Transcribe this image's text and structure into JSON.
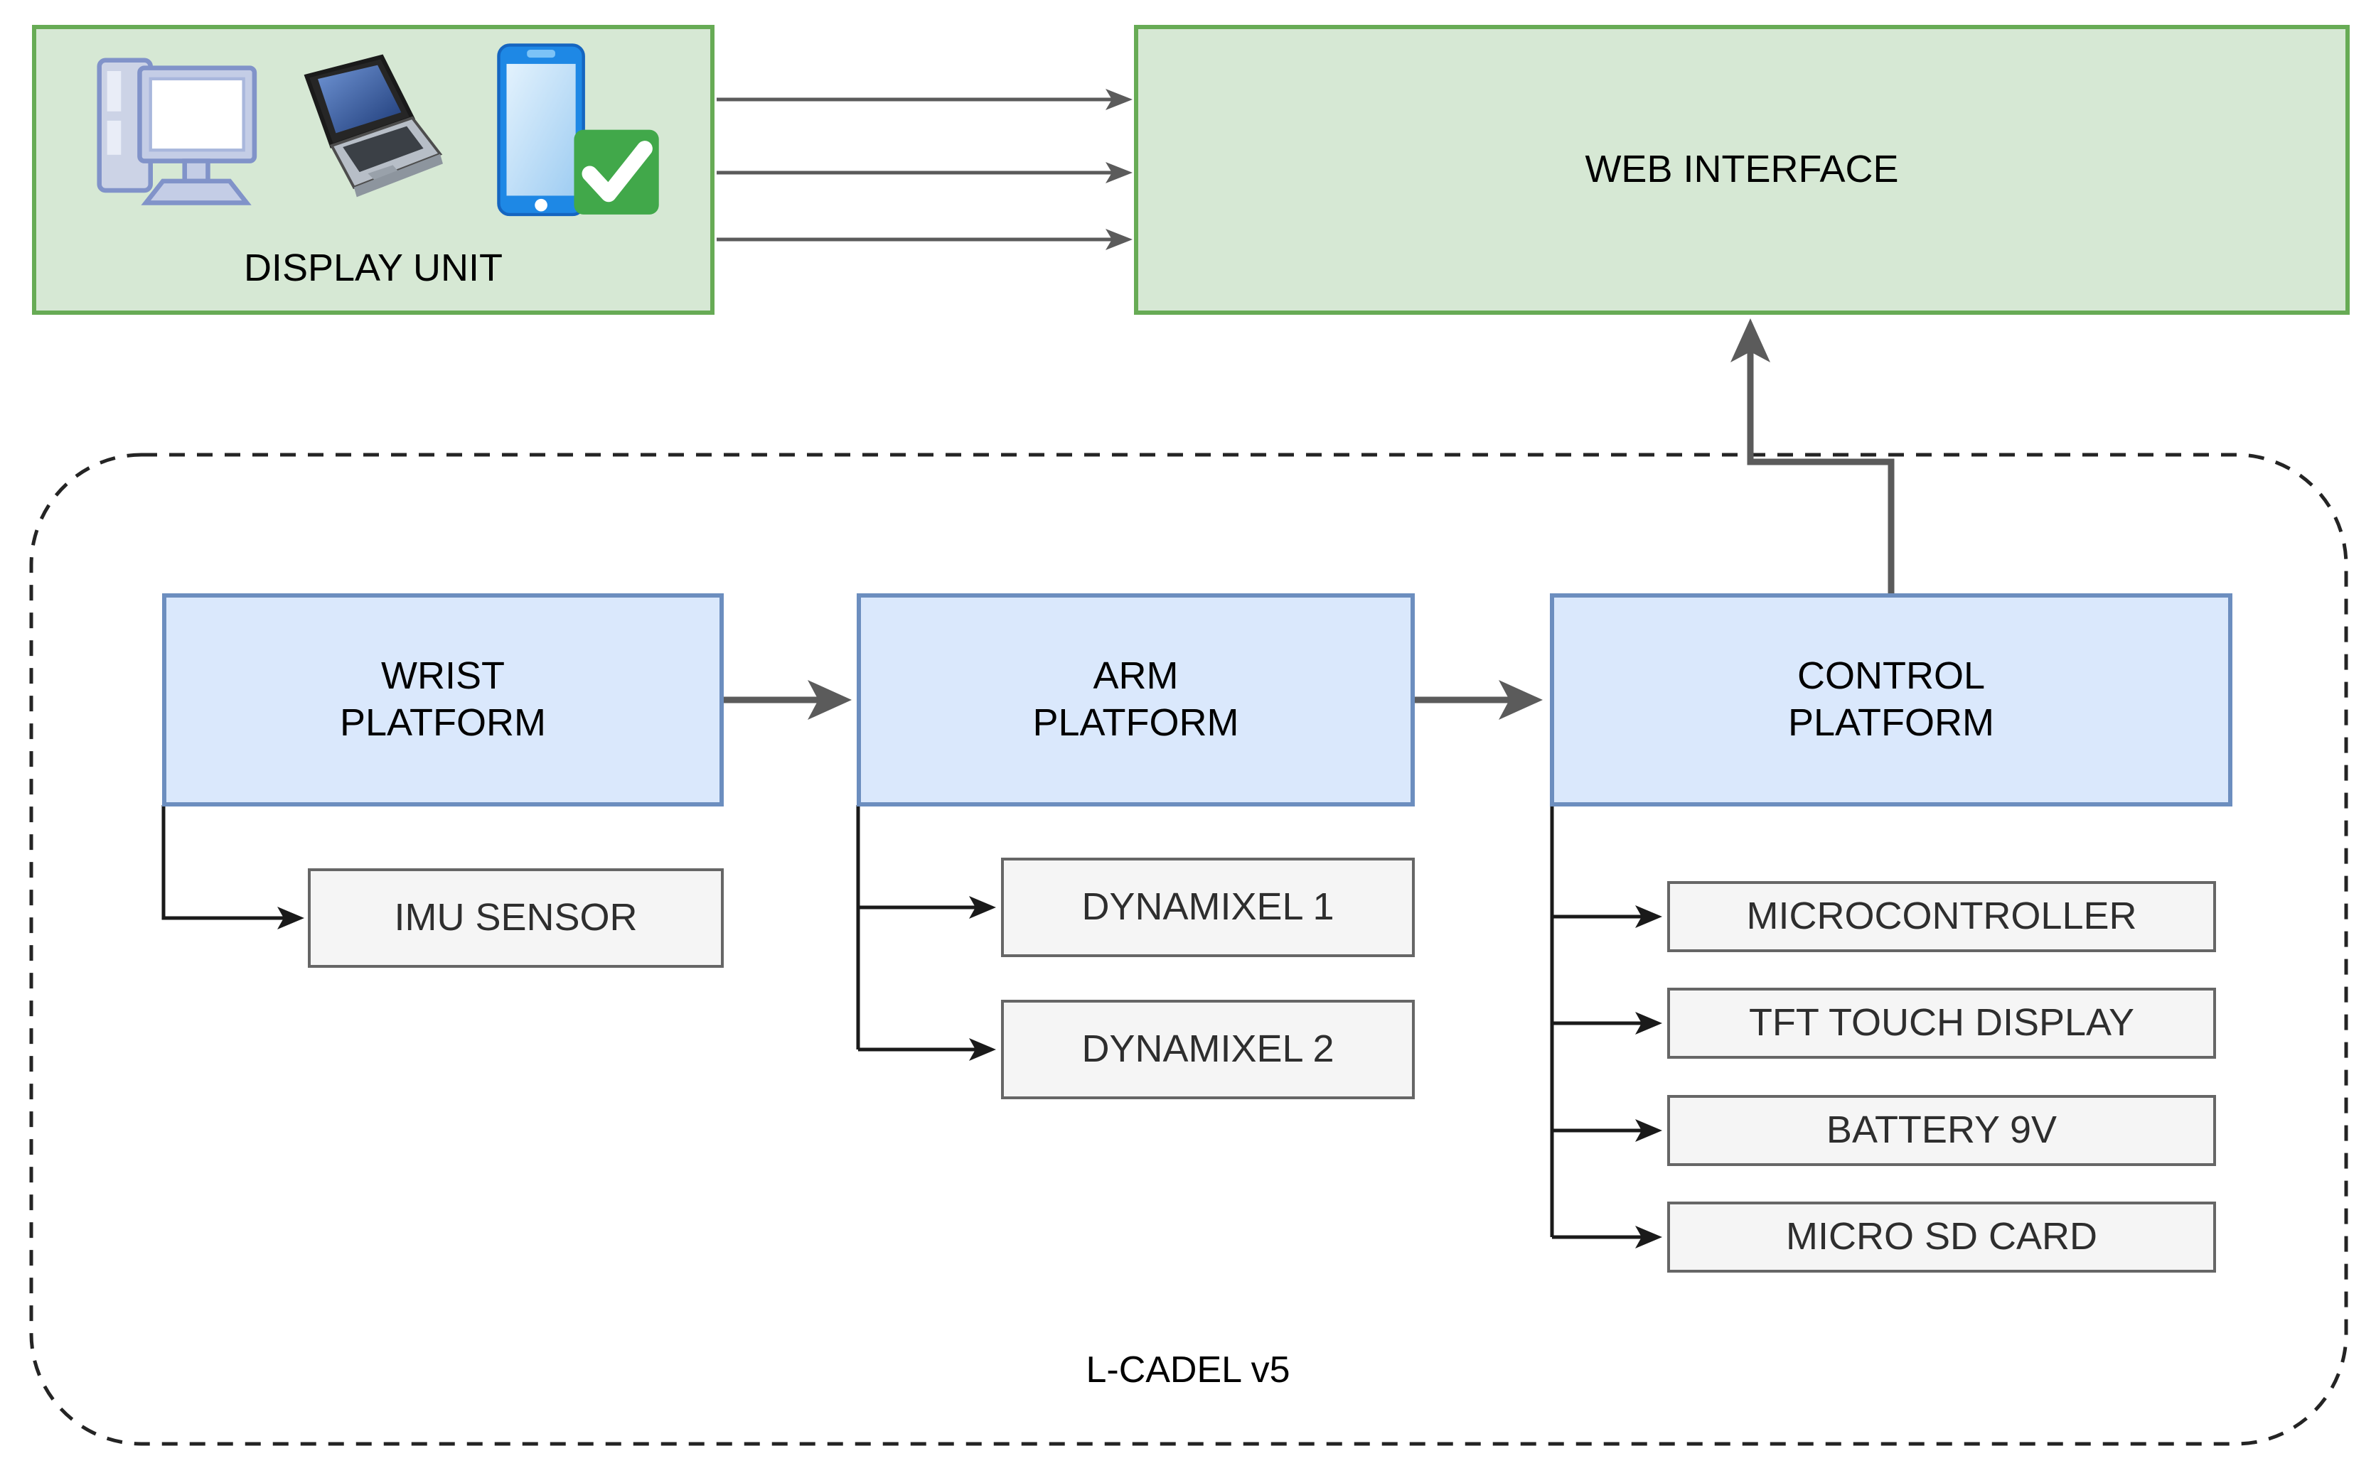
{
  "diagram": {
    "container_label": "L-CADEL v5"
  },
  "nodes": {
    "display_unit": {
      "label": "DISPLAY UNIT"
    },
    "web_interface": {
      "label": "WEB INTERFACE"
    },
    "wrist_platform": {
      "line1": "WRIST",
      "line2": "PLATFORM"
    },
    "arm_platform": {
      "line1": "ARM",
      "line2": "PLATFORM"
    },
    "control_platform": {
      "line1": "CONTROL",
      "line2": "PLATFORM"
    },
    "imu_sensor": {
      "label": "IMU SENSOR"
    },
    "dynamixel1": {
      "label": "DYNAMIXEL 1"
    },
    "dynamixel2": {
      "label": "DYNAMIXEL 2"
    },
    "microcontroller": {
      "label": "MICROCONTROLLER"
    },
    "tft_touch_display": {
      "label": "TFT TOUCH DISPLAY"
    },
    "battery_9v": {
      "label": "BATTERY 9V"
    },
    "micro_sd_card": {
      "label": "MICRO SD CARD"
    }
  },
  "icons": [
    "desktop-computer-icon",
    "laptop-icon",
    "smartphone-check-icon"
  ],
  "edges": [
    {
      "from": "display_unit",
      "to": "web_interface",
      "count": 3,
      "style": "thin-gray-arrow"
    },
    {
      "from": "wrist_platform",
      "to": "arm_platform",
      "style": "thick-gray-arrow"
    },
    {
      "from": "arm_platform",
      "to": "control_platform",
      "style": "thick-gray-arrow"
    },
    {
      "from": "control_platform",
      "to": "web_interface",
      "style": "thick-gray-arrow-elbow"
    },
    {
      "from": "wrist_platform",
      "to": "imu_sensor",
      "style": "black-elbow-arrow"
    },
    {
      "from": "arm_platform",
      "to": "dynamixel1",
      "style": "black-elbow-arrow"
    },
    {
      "from": "arm_platform",
      "to": "dynamixel2",
      "style": "black-elbow-arrow"
    },
    {
      "from": "control_platform",
      "to": "microcontroller",
      "style": "black-elbow-arrow"
    },
    {
      "from": "control_platform",
      "to": "tft_touch_display",
      "style": "black-elbow-arrow"
    },
    {
      "from": "control_platform",
      "to": "battery_9v",
      "style": "black-elbow-arrow"
    },
    {
      "from": "control_platform",
      "to": "micro_sd_card",
      "style": "black-elbow-arrow"
    }
  ],
  "colors": {
    "green_fill": "#d6e8d4",
    "green_border": "#67ab55",
    "blue_fill": "#dae8fc",
    "blue_border": "#6c8ebf",
    "gray_fill": "#f5f5f5",
    "gray_border": "#666666",
    "connector_gray": "#5b5b5b",
    "connector_black": "#1a1a1a",
    "dashed_border": "#242424",
    "phone_blue": "#1e88e5",
    "check_green": "#41a84a"
  }
}
